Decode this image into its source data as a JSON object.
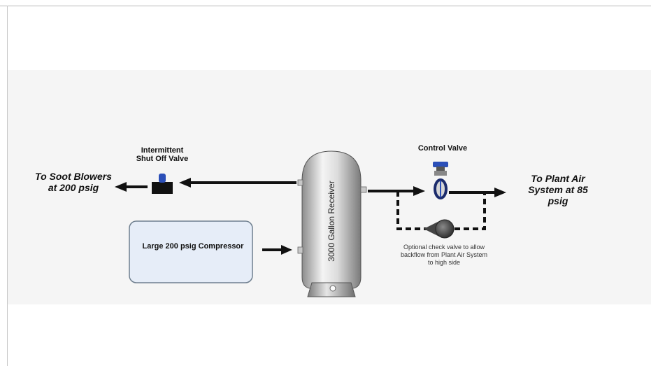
{
  "labels": {
    "soot_blowers": "To Soot Blowers at 200 psig",
    "shutoff_valve": "Intermittent Shut Off Valve",
    "compressor": "Large 200 psig Compressor",
    "receiver": "3000 Gallon Receiver",
    "control_valve": "Control Valve",
    "plant_air": "To Plant Air System at 85 psig",
    "check_valve_note": "Optional check valve to allow backflow from Plant Air System to high side"
  },
  "colors": {
    "line": "#111111",
    "compressor_fill": "#e6edf8",
    "compressor_stroke": "#6f7f8f",
    "tank_light": "#f2f2f2",
    "tank_dark": "#9a9a9a",
    "valve_blue": "#2b4fb8"
  }
}
